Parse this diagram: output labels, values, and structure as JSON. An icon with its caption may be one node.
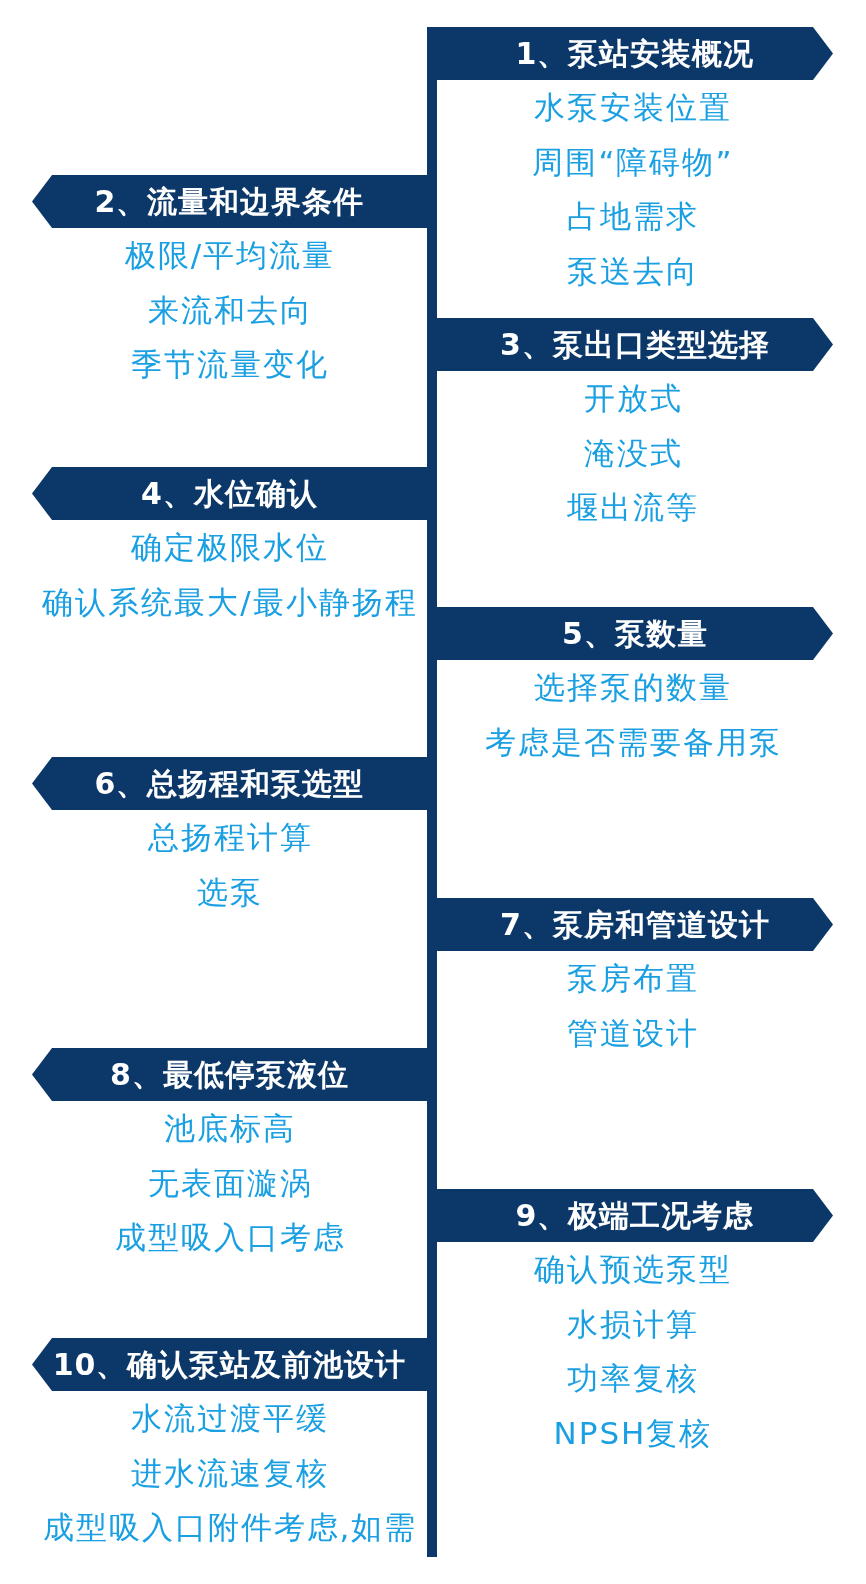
{
  "diagram": {
    "nodes": [
      {
        "text": [
          "1、泵站安装概况"
        ],
        "beside": [
          "水泵安装位置",
          "周围“障碍物”",
          "占地需求",
          "泵送去向"
        ]
      },
      {
        "text": [
          "2、流量和边界条件"
        ],
        "beside": [
          "极限/平均流量",
          "来流和去向",
          "季节流量变化"
        ]
      },
      {
        "text": [
          "3、泵出口类型选择"
        ],
        "beside": [
          "开放式",
          "淹没式",
          "堰出流等"
        ]
      },
      {
        "text": [
          "4、水位确认"
        ],
        "beside": [
          "确定极限水位",
          "确认系统最大/最小静扬程"
        ]
      },
      {
        "text": [
          "5、泵数量"
        ],
        "beside": [
          "选择泵的数量",
          "考虑是否需要备用泵"
        ]
      },
      {
        "text": [
          "6、总扬程和泵选型"
        ],
        "beside": [
          "总扬程计算",
          "选泵"
        ]
      },
      {
        "text": [
          "7、泵房和管道设计"
        ],
        "beside": [
          "泵房布置",
          "管道设计"
        ]
      },
      {
        "text": [
          "8、最低停泵液位"
        ],
        "beside": [
          "池底标高",
          "无表面漩涡",
          "成型吸入口考虑"
        ]
      },
      {
        "text": [
          "9、极端工况考虑"
        ],
        "beside": [
          "确认预选泵型",
          "水损计算",
          "功率复核",
          "NPSH复核"
        ]
      },
      {
        "text": [
          "10、确认泵站及前池设计"
        ],
        "beside": [
          "水流过渡平缓",
          "进水流速复核",
          "成型吸入口附件考虑,如需"
        ]
      }
    ]
  }
}
